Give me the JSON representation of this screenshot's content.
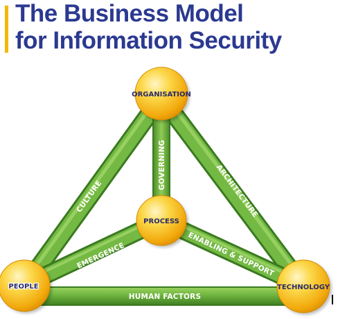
{
  "title": {
    "line1": "The Business Model",
    "line2": "for Information Security"
  },
  "nodes": {
    "organisation": "ORGANISATION",
    "process": "PROCESS",
    "people": "PEOPLE",
    "technology": "TECHNOLOGY"
  },
  "links": {
    "governing": "GOVERNING",
    "culture": "CULTURE",
    "architecture": "ARCHITECTURE",
    "emergence": "EMERGENCE",
    "enabling_support": "ENABLING & SUPPORT",
    "human_factors": "HUMAN FACTORS"
  },
  "colors": {
    "title": "#2b3990",
    "accent_bar": "#f5b800",
    "beam": "#6fb43f",
    "node": "#f9c41e"
  }
}
